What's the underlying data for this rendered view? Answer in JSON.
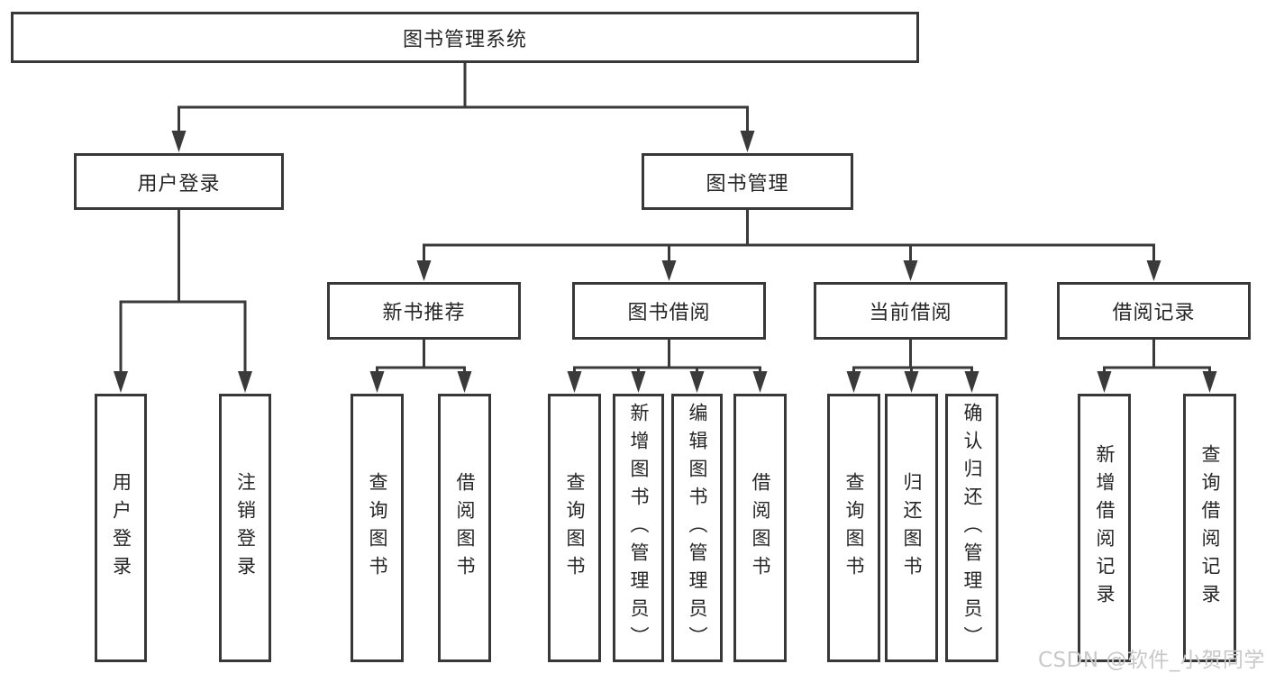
{
  "diagram_type": "hierarchy-tree",
  "style": {
    "background": "#ffffff",
    "line_color": "#3a3a3a",
    "box_border_color": "#383838",
    "text_color": "#262626",
    "watermark_color": "#c8c8c8"
  },
  "tree": {
    "root": {
      "label": "图书管理系统"
    },
    "branches": [
      {
        "label": "用户登录",
        "children": [
          "用户登录",
          "注销登录"
        ]
      },
      {
        "label": "图书管理",
        "groups": [
          {
            "label": "新书推荐",
            "children": [
              "查询图书",
              "借阅图书"
            ]
          },
          {
            "label": "图书借阅",
            "children": [
              "查询图书",
              "新增图书（管理员）",
              "编辑图书（管理员）",
              "借阅图书"
            ]
          },
          {
            "label": "当前借阅",
            "children": [
              "查询图书",
              "归还图书",
              "确认归还（管理员）"
            ]
          },
          {
            "label": "借阅记录",
            "children": [
              "新增借阅记录",
              "查询借阅记录"
            ]
          }
        ]
      }
    ]
  },
  "watermark": {
    "text": "CSDN @软件_小贺同学"
  }
}
